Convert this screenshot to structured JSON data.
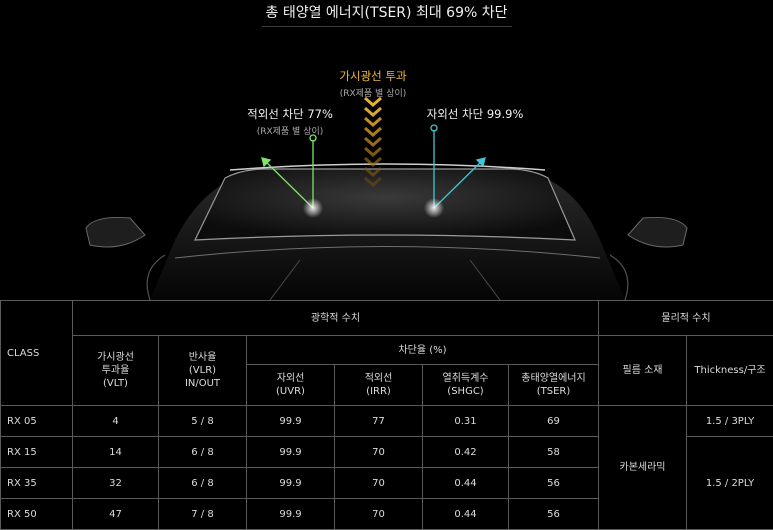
{
  "headline": "총 태양열 에너지(TSER) 최대 69% 차단",
  "labels": {
    "visible": {
      "main": "가시광선 투과",
      "sub": "(RX제품 별 상이)"
    },
    "infrared": {
      "main": "적외선 차단 77%",
      "sub": "(RX제품 별 상이)"
    },
    "uv": {
      "main": "자외선 차단 99.9%"
    }
  },
  "colors": {
    "visible": "#f0b93a",
    "infrared": "#7ee36b",
    "uv": "#3ec7d6",
    "grid": "#5a5a5a"
  },
  "table": {
    "class_header": "CLASS",
    "optical_header": "광학적 수치",
    "physical_header": "물리적 수치",
    "block_header": "차단율 (%)",
    "film_header": "필름 소재",
    "thickness_header": "Thickness/구조",
    "vlt_header": [
      "가시광선",
      "투과율",
      "(VLT)"
    ],
    "vlr_header": [
      "반사율",
      "(VLR)",
      "IN/OUT"
    ],
    "uvr_header": [
      "자외선",
      "(UVR)"
    ],
    "irr_header": [
      "적외선",
      "(IRR)"
    ],
    "shgc_header": [
      "열취득계수",
      "(SHGC)"
    ],
    "tser_header": [
      "총태양열에너지",
      "(TSER)"
    ],
    "film_material": "카본세라믹",
    "thickness_a": "1.5 / 3PLY",
    "thickness_b": "1.5 / 2PLY",
    "rows": [
      {
        "cls": "RX 05",
        "vlt": "4",
        "vlr": "5 / 8",
        "uvr": "99.9",
        "irr": "77",
        "shgc": "0.31",
        "tser": "69"
      },
      {
        "cls": "RX 15",
        "vlt": "14",
        "vlr": "6 / 8",
        "uvr": "99.9",
        "irr": "70",
        "shgc": "0.42",
        "tser": "58"
      },
      {
        "cls": "RX 35",
        "vlt": "32",
        "vlr": "6 / 8",
        "uvr": "99.9",
        "irr": "70",
        "shgc": "0.44",
        "tser": "56"
      },
      {
        "cls": "RX 50",
        "vlt": "47",
        "vlr": "7 / 8",
        "uvr": "99.9",
        "irr": "70",
        "shgc": "0.44",
        "tser": "56"
      }
    ]
  }
}
